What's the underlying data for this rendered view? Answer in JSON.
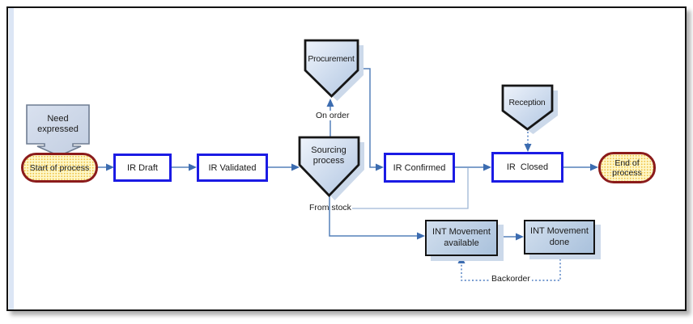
{
  "nodes": {
    "need_expressed": {
      "line1": "Need",
      "line2": "expressed"
    },
    "start": {
      "label": "Start of process"
    },
    "ir_draft": {
      "label": "IR Draft"
    },
    "ir_validated": {
      "label": "IR Validated"
    },
    "sourcing": {
      "line1": "Sourcing",
      "line2": "process"
    },
    "procurement": {
      "label": "Procurement"
    },
    "ir_confirmed": {
      "label": "IR Confirmed"
    },
    "reception": {
      "label": "Reception"
    },
    "ir_closed": {
      "label": "IR  Closed"
    },
    "end": {
      "line1": "End of",
      "line2": "process"
    },
    "int_available": {
      "line1": "INT Movement",
      "line2": "available"
    },
    "int_done": {
      "line1": "INT Movement",
      "line2": "done"
    }
  },
  "edge_labels": {
    "on_order": "On order",
    "from_stock": "From stock",
    "backorder": "Backorder"
  },
  "colors": {
    "process_border": "#1b1be4",
    "terminator_border": "#8b1b1b",
    "terminator_fill": "#fdf7c8",
    "connector": "#5580ba",
    "connector_light": "#9fb6d6",
    "arrowhead": "#3c6cb0",
    "pentagon_fill_light": "#eef3fb",
    "pentagon_fill_dark": "#b2c7e2",
    "shape_shadow": "#ccd9ea"
  }
}
